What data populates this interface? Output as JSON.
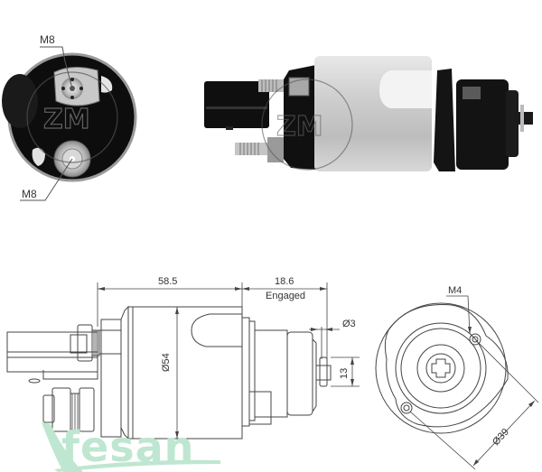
{
  "product": {
    "type": "starter solenoid switch",
    "views": [
      "end-view-photo",
      "side-view-photo",
      "side-view-drawing",
      "end-view-drawing"
    ]
  },
  "photo_end_view": {
    "labels": {
      "top_terminal": "M8",
      "bottom_terminal": "M8"
    }
  },
  "drawing_side_view": {
    "dims": {
      "body_length": "58.5",
      "plunger_travel": "18.6",
      "plunger_travel_note": "Engaged",
      "body_diameter": "Ø54",
      "pin_diameter": "Ø3",
      "plunger_width": "13"
    }
  },
  "drawing_end_view": {
    "dims": {
      "mount_thread": "M4",
      "bolt_circle": "Ø39"
    }
  },
  "watermark": {
    "text": "fesan",
    "color": "#bfe6d0"
  },
  "colors": {
    "line": "#444444",
    "background": "#ffffff",
    "photo_dark": "#111111",
    "photo_silver": "#c9c9c9"
  }
}
